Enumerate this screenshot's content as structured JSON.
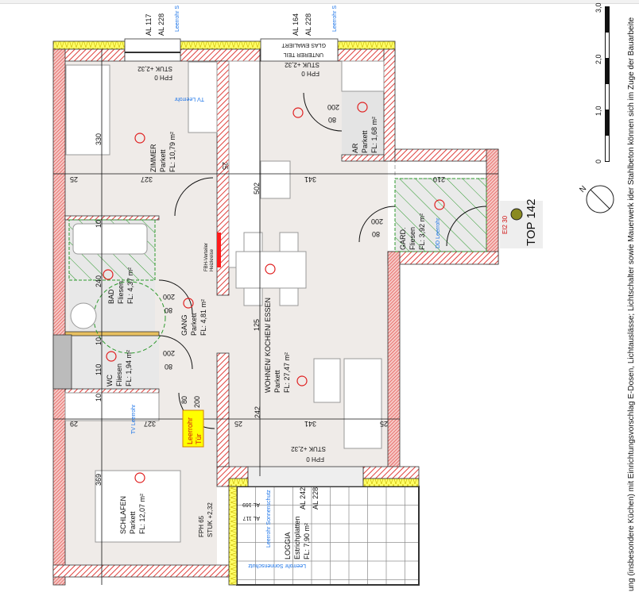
{
  "plan": {
    "unit_label": "TOP 142",
    "rooms": [
      {
        "name": "ZIMMER",
        "floor": "Parkett",
        "area": "FL: 10,79 m²"
      },
      {
        "name": "AR",
        "floor": "Parkett",
        "area": "FL: 1,68 m²"
      },
      {
        "name": "GARD.",
        "floor": "Fliesen",
        "area": "FL: 3,92 m²"
      },
      {
        "name": "BAD",
        "floor": "Fliesen",
        "area": "FL: 4,37 m²"
      },
      {
        "name": "GANG",
        "floor": "Parkett",
        "area": "FL: 4,81 m²"
      },
      {
        "name": "WC",
        "floor": "Fliesen",
        "area": "FL: 1,94 m²"
      },
      {
        "name": "WOHNEN/ KOCHEN/ ESSEN",
        "floor": "Parkett",
        "area": "FL: 27,47 m²"
      },
      {
        "name": "SCHLAFEN",
        "floor": "Parkett",
        "area": "FL: 12,07 m²"
      },
      {
        "name": "LOGGIA",
        "floor": "Estrichplatten",
        "area": "FL: 7,90 m²"
      }
    ],
    "window_notes": [
      {
        "al1": "AL 117",
        "al2": "AL 228"
      },
      {
        "al1": "AL 164",
        "al2": "AL 228"
      },
      {
        "al1": "AL 242",
        "al2": "AL 228"
      }
    ],
    "stuk_notes": [
      "FPH 0",
      "STUK +2,32",
      "FPH 0",
      "STUK +2,32",
      "FPH 0",
      "STUK +2,32",
      "FPH 65",
      "STUK +2,32"
    ],
    "glass_note": "GLAS EMALIERT",
    "lower_part_note": "UNTERER TEIL",
    "conduit_labels": [
      "Leerrohr S",
      "Leerrohr S",
      "TV Leerrohr",
      "Leerrohr Sonnenschutz",
      "Leerrohr Sonnenschutz",
      "TV Leerrohr",
      "DD Leerrohr"
    ],
    "distributor_label": [
      "FBH-Verteiler",
      "Heizkreise"
    ],
    "conduit_door_label": [
      "Leerrohr",
      "Tür"
    ],
    "ei_label": "EI2 30",
    "loggia_al": [
      "AL 169",
      "AL 117"
    ],
    "dimensions": [
      "330",
      "25",
      "327",
      "25",
      "502",
      "341",
      "210",
      "200",
      "80",
      "200",
      "80",
      "240",
      "10",
      "200",
      "80",
      "125",
      "10",
      "200",
      "80",
      "110",
      "10",
      "242",
      "29",
      "327",
      "25",
      "341",
      "25",
      "369",
      "80",
      "200"
    ],
    "scale": {
      "labels": [
        "0",
        "1,0",
        "2,0",
        "3,0"
      ]
    },
    "disclaimer": "ung (insbesondere Küchen) mit Einrichtungsvorschlag E-Dosen, Lichtauslässe; Lichtschalter sowie Mauerwerk ider Stahlbeton können sich im Zuge der Bauarbeite",
    "north_label": "N",
    "colors": {
      "wall_hatch": "#e0403c",
      "floor": "#efebe8",
      "tile_hatch": "#2e9a2e",
      "insulation": "#ffff66",
      "annotation_blue": "#1a73e8",
      "outlet_orange": "#f08020"
    }
  }
}
